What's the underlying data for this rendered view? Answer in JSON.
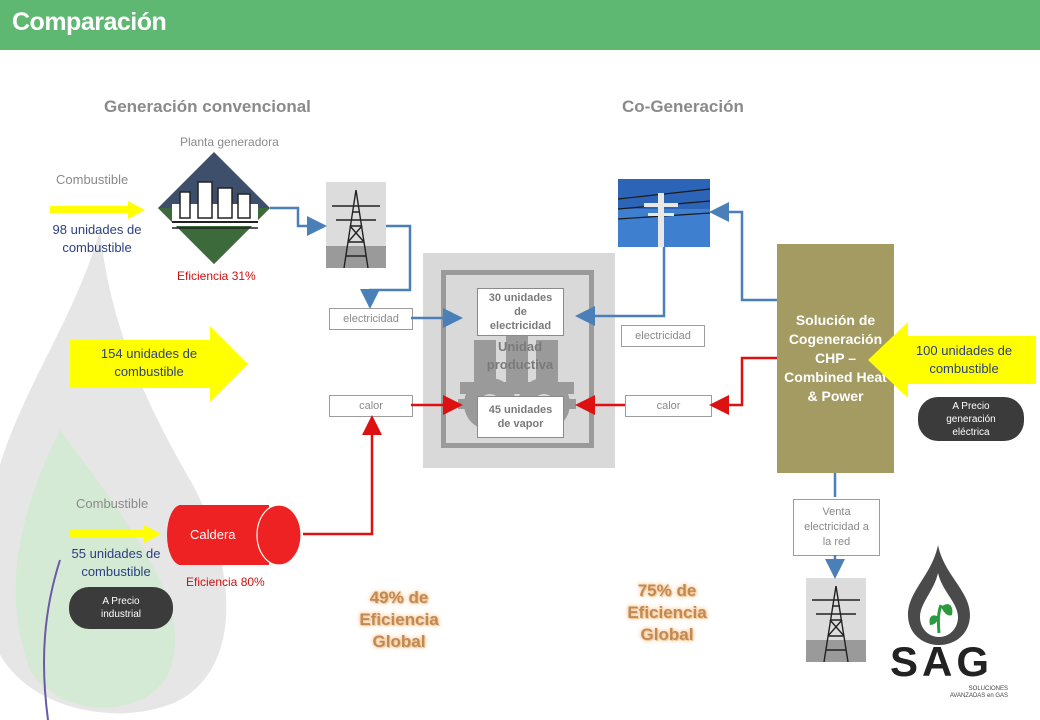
{
  "header": {
    "title": "Comparación"
  },
  "conventional": {
    "title": "Generación convencional",
    "plant_label": "Planta generadora",
    "fuel_label_1": "Combustible",
    "fuel_amount_1": "98 unidades de combustible",
    "plant_efficiency": "Eficiencia 31%",
    "total_fuel": "154 unidades de combustible",
    "fuel_label_2": "Combustible",
    "fuel_amount_2": "55 unidades de combustible",
    "boiler_label": "Caldera",
    "boiler_efficiency": "Eficiencia 80%",
    "price_pill": "A Precio industrial",
    "electricity_label": "electricidad",
    "heat_label": "calor",
    "global_efficiency": "49% de Eficiencia Global"
  },
  "plant_unit": {
    "label": "Unidad productiva",
    "electricity_units": "30 unidades de electricidad",
    "steam_units": "45 unidades de vapor"
  },
  "cogeneration": {
    "title": "Co-Generación",
    "electricity_label": "electricidad",
    "heat_label": "calor",
    "chp_label": "Solución de Cogeneración CHP – Combined Heat & Power",
    "fuel_amount": "100 unidades de combustible",
    "price_pill": "A Precio generación eléctrica",
    "sale_label": "Venta electricidad a la red",
    "global_efficiency": "75% de Eficiencia Global"
  },
  "logo": {
    "brand": "SAG",
    "tagline": "SOLUCIONES AVANZADAS en GAS"
  },
  "colors": {
    "header": "#5fb872",
    "fuel_arrow": "#ffff00",
    "electricity_flow": "#4a7fb8",
    "heat_flow": "#dd1111",
    "chp_box": "#a39b61"
  }
}
